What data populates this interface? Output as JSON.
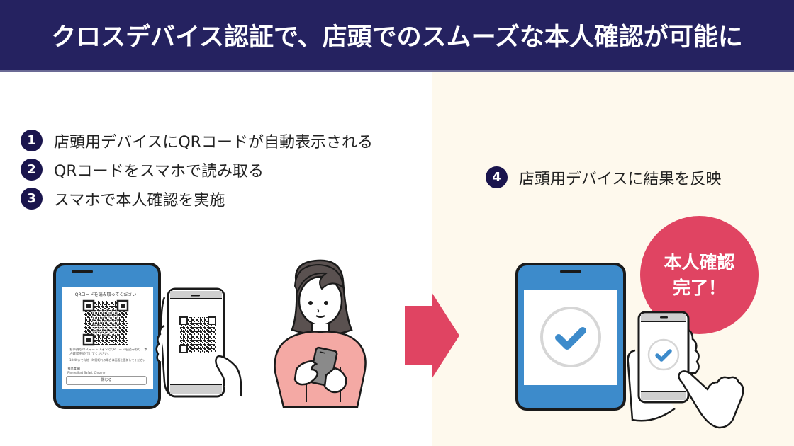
{
  "header": {
    "title": "クロスデバイス認証で、店頭でのスムーズな本人確認が可能に",
    "background": "#252260"
  },
  "steps": [
    {
      "num": "1",
      "label": "店頭用デバイスにQRコードが自動表示される"
    },
    {
      "num": "2",
      "label": "QRコードをスマホで読み取る"
    },
    {
      "num": "3",
      "label": "スマホで本人確認を実施"
    },
    {
      "num": "4",
      "label": "店頭用デバイスに結果を反映"
    }
  ],
  "tablet_screen": {
    "title": "QRコードを読み取ってください",
    "note": "お手持ちのスマートフォンでQRコードを読み取り、本人確認を続行してください。",
    "expiry": "18:40まで有効　時間切れの場合は画面を更新してください",
    "env_label": "[推奨環境]",
    "env_value": "iPhone/iPad Safari, Chrome",
    "close_button": "閉じる"
  },
  "badge": {
    "line1": "本人確認",
    "line2": "完了！",
    "color": "#e04462"
  },
  "colors": {
    "step_circle": "#1a154d",
    "device_blue": "#3d8bcb",
    "arrow": "#e04462",
    "right_bg": "#fef9ed",
    "sweater": "#f4a9a4",
    "hair": "#5a5150"
  }
}
